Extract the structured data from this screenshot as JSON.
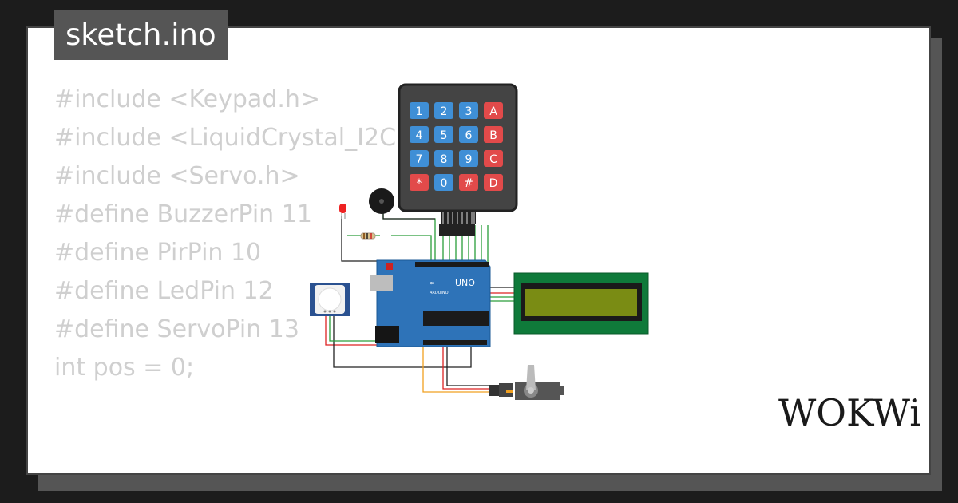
{
  "tab": {
    "label": "sketch.ino"
  },
  "code": {
    "lines": [
      "#include <Keypad.h>",
      "#include <LiquidCrystal_I2C.h>",
      "#include <Servo.h>",
      "",
      "#define BuzzerPin 11",
      "#define PirPin 10",
      "#define LedPin 12",
      "#define ServoPin 13",
      "",
      "int pos = 0;"
    ]
  },
  "keypad": {
    "keys": [
      [
        "1",
        "2",
        "3",
        "A"
      ],
      [
        "4",
        "5",
        "6",
        "B"
      ],
      [
        "7",
        "8",
        "9",
        "C"
      ],
      [
        "*",
        "0",
        "#",
        "D"
      ]
    ]
  },
  "arduino": {
    "brand": "UNO",
    "maker": "ARDUINO"
  },
  "brand": {
    "logo": "WOKWi"
  },
  "colors": {
    "number_key": "#3f8fd6",
    "letter_key": "#e24a4a",
    "board": "#2e73b8",
    "lcd_screen": "#7a8c14",
    "lcd_pcb": "#0f7a3a"
  }
}
